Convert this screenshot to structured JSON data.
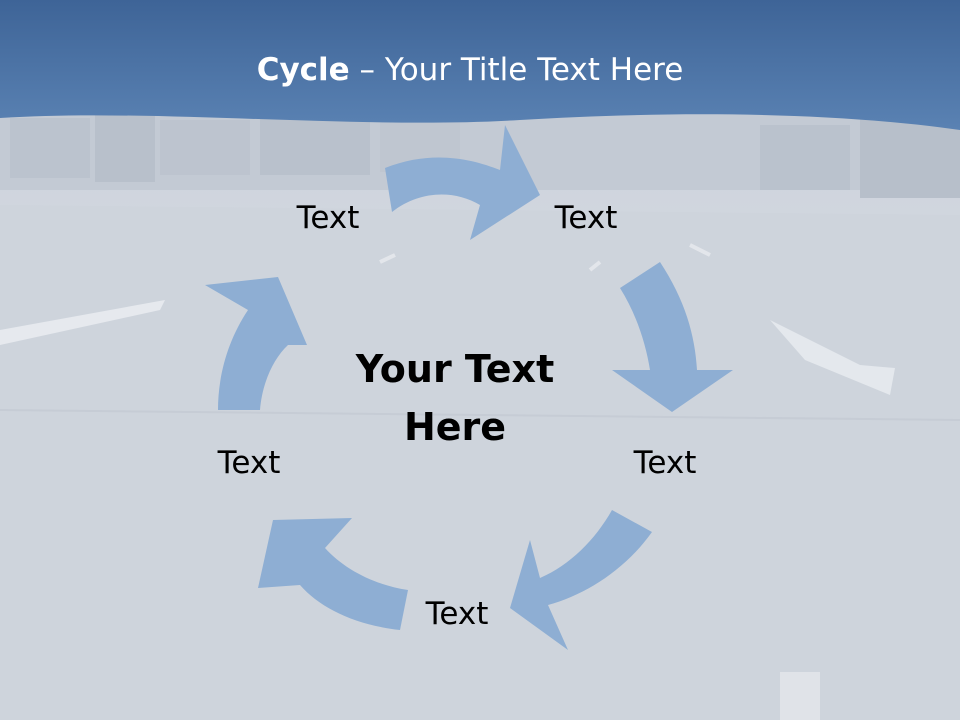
{
  "slide": {
    "title_bold": "Cycle",
    "title_rest": " – Your Title Text Here",
    "center_text_line1": "Your Text",
    "center_text_line2": "Here",
    "nodes": [
      "Text",
      "Text",
      "Text",
      "Text",
      "Text"
    ]
  },
  "colors": {
    "header": "#4f78ab",
    "arrow": "#8eaed3",
    "background": "#cfd5de"
  }
}
